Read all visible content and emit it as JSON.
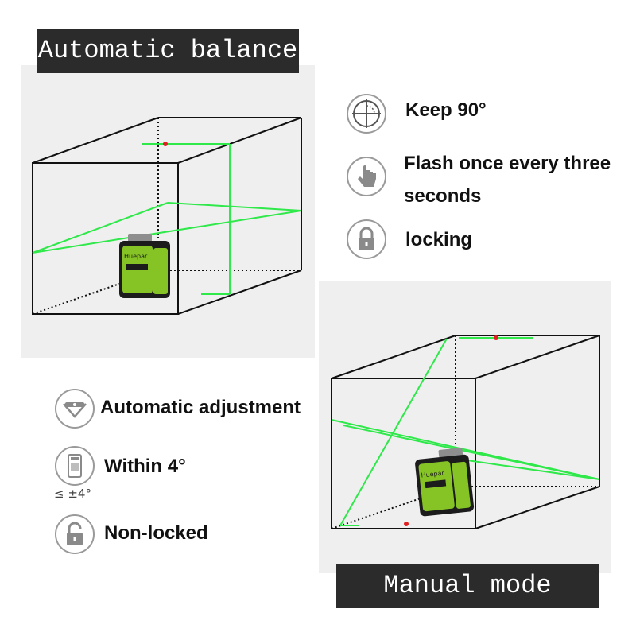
{
  "automatic": {
    "banner": "Automatic balance",
    "features": [
      {
        "icon": "crosshair-90-icon",
        "label": "Keep 90°"
      },
      {
        "icon": "tap-hand-icon",
        "label_lines": [
          "Flash once every three",
          "seconds"
        ]
      },
      {
        "icon": "lock-closed-icon",
        "label": "locking"
      }
    ]
  },
  "manual": {
    "banner": "Manual mode",
    "features": [
      {
        "icon": "level-bubble-icon",
        "label": "Automatic adjustment"
      },
      {
        "icon": "tilt-device-icon",
        "label": "Within 4°",
        "sub_label": "≤ ±4°"
      },
      {
        "icon": "lock-open-icon",
        "label": "Non-locked"
      }
    ]
  },
  "device_brand": "Huepar",
  "colors": {
    "laser_green": "#2fe84a",
    "laser_dot": "#e02020",
    "device_body": "#86c425",
    "banner_bg": "#2b2b2b",
    "panel_bg": "#efefef"
  }
}
